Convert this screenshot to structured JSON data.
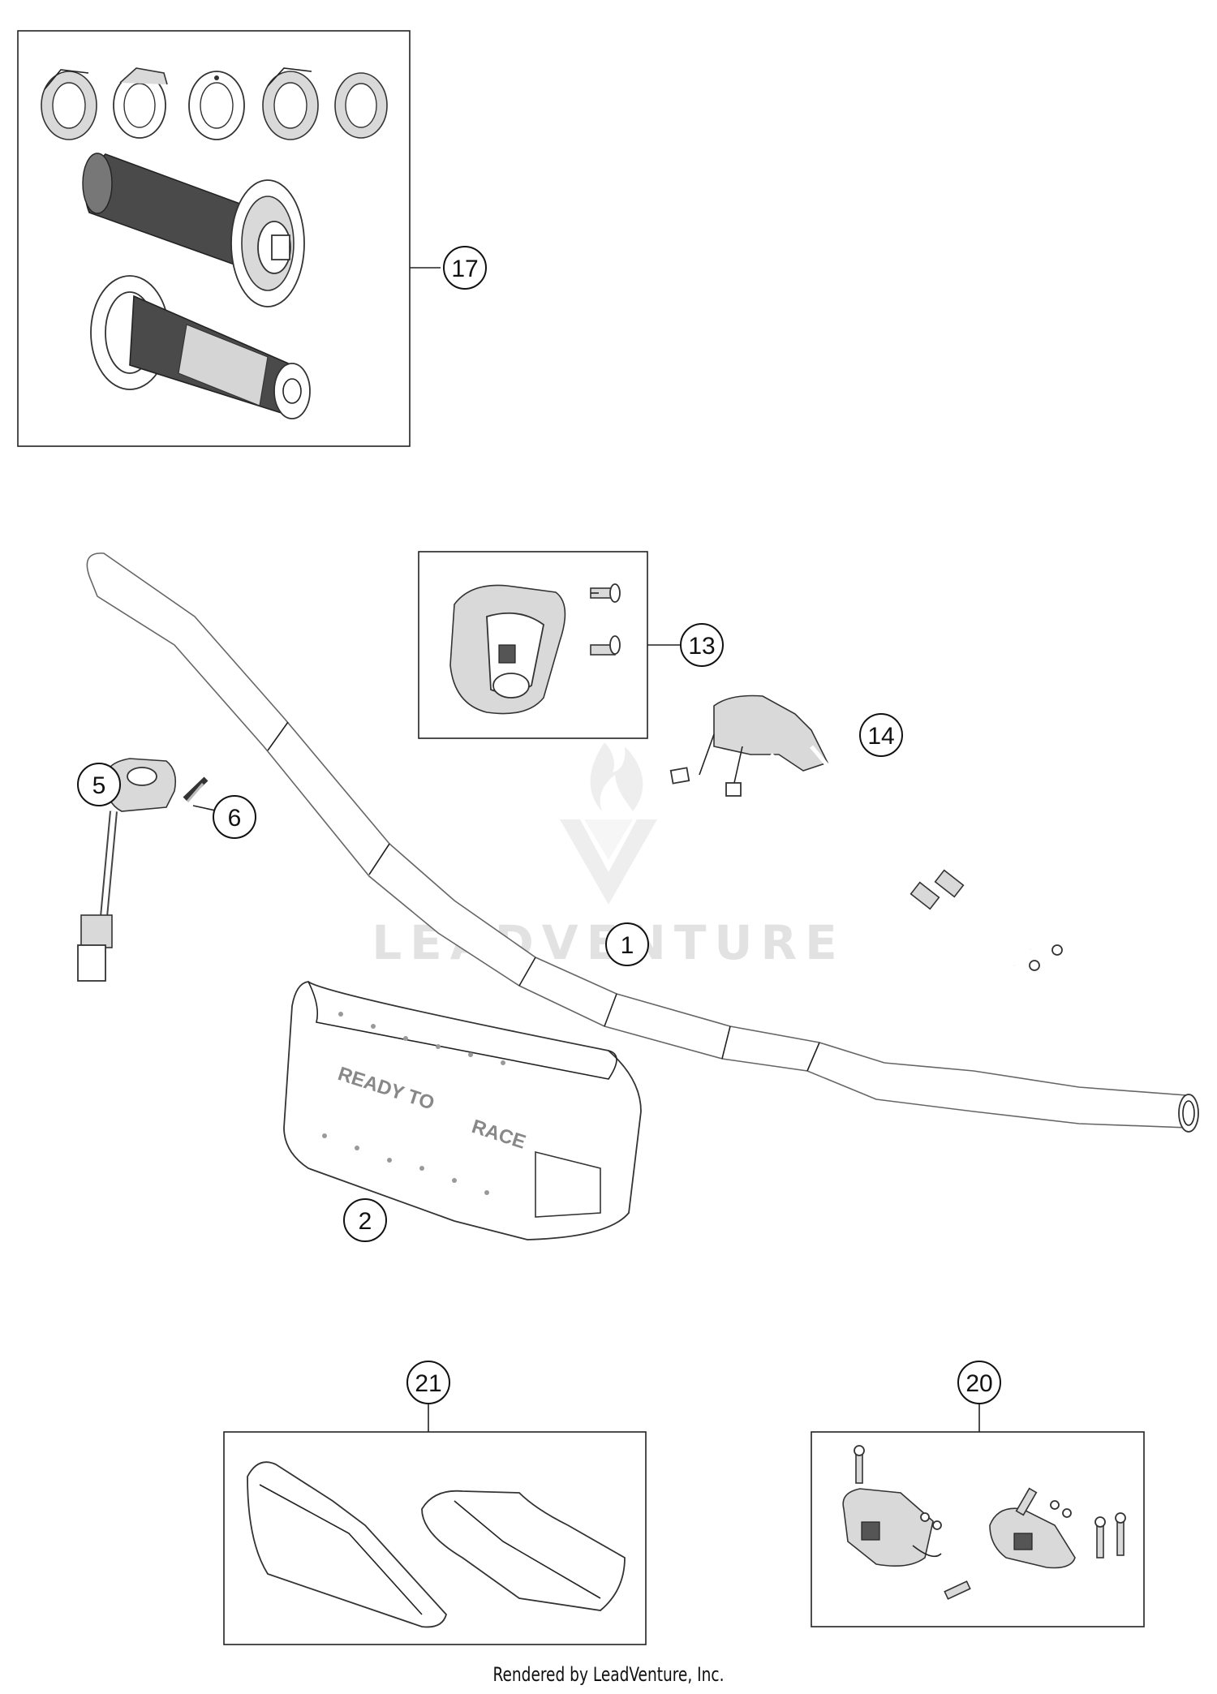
{
  "diagram": {
    "callouts": [
      {
        "id": "17",
        "label": "17"
      },
      {
        "id": "13",
        "label": "13"
      },
      {
        "id": "14",
        "label": "14"
      },
      {
        "id": "5",
        "label": "5"
      },
      {
        "id": "6",
        "label": "6"
      },
      {
        "id": "1",
        "label": "1"
      },
      {
        "id": "2",
        "label": "2"
      },
      {
        "id": "21",
        "label": "21"
      },
      {
        "id": "20",
        "label": "20"
      }
    ],
    "watermark": "LEADVENTURE",
    "pad_text_1": "READY TO",
    "pad_text_2": "RACE"
  },
  "footer": "Rendered by LeadVenture, Inc."
}
